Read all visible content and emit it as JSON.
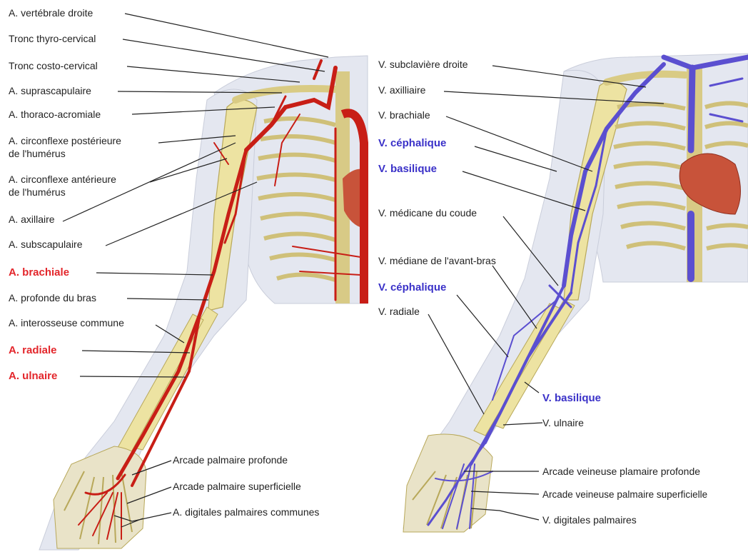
{
  "colors": {
    "artery_label": "#e3262b",
    "vein_label": "#3a31c8",
    "artery": "#c81e16",
    "vein": "#5b4fd0",
    "bone": "#ede3a2",
    "skin": "#e3e6ef"
  },
  "left_labels": {
    "vertebrale": "A. vertébrale droite",
    "thyro": "Tronc thyro-cervical",
    "costo": "Tronc costo-cervical",
    "suprascap": "A. suprascapulaire",
    "thoraco": "A. thoraco-acromiale",
    "circ_post_1": "A. circonflexe postérieure",
    "circ_post_2": "de l'humérus",
    "circ_ant_1": "A. circonflexe antérieure",
    "circ_ant_2": "de l'humérus",
    "axillaire": "A. axillaire",
    "subscap": "A. subscapulaire",
    "brachiale": "A. brachiale",
    "profonde": "A. profonde du bras",
    "interosseuse": "A. interosseuse commune",
    "radiale": "A. radiale",
    "ulnaire": "A. ulnaire",
    "arc_prof": "Arcade palmaire profonde",
    "arc_sup": "Arcade palmaire superficielle",
    "digitales": "A. digitales palmaires communes"
  },
  "right_labels": {
    "subclaviere": "V. subclavière droite",
    "axillaire": "V. axilliaire",
    "brachiale": "V. brachiale",
    "cephalique_top": "V. céphalique",
    "basilique_top": "V. basilique",
    "medicane": "V. médicane du coude",
    "mediane": "V. médiane de l'avant-bras",
    "cephalique_low": "V. céphalique",
    "radiale": "V. radiale",
    "basilique_low": "V. basilique",
    "ulnaire": "V. ulnaire",
    "arc_prof": "Arcade veineuse plamaire profonde",
    "arc_sup": "Arcade veineuse palmaire superficielle",
    "digitales": "V. digitales palmaires"
  }
}
